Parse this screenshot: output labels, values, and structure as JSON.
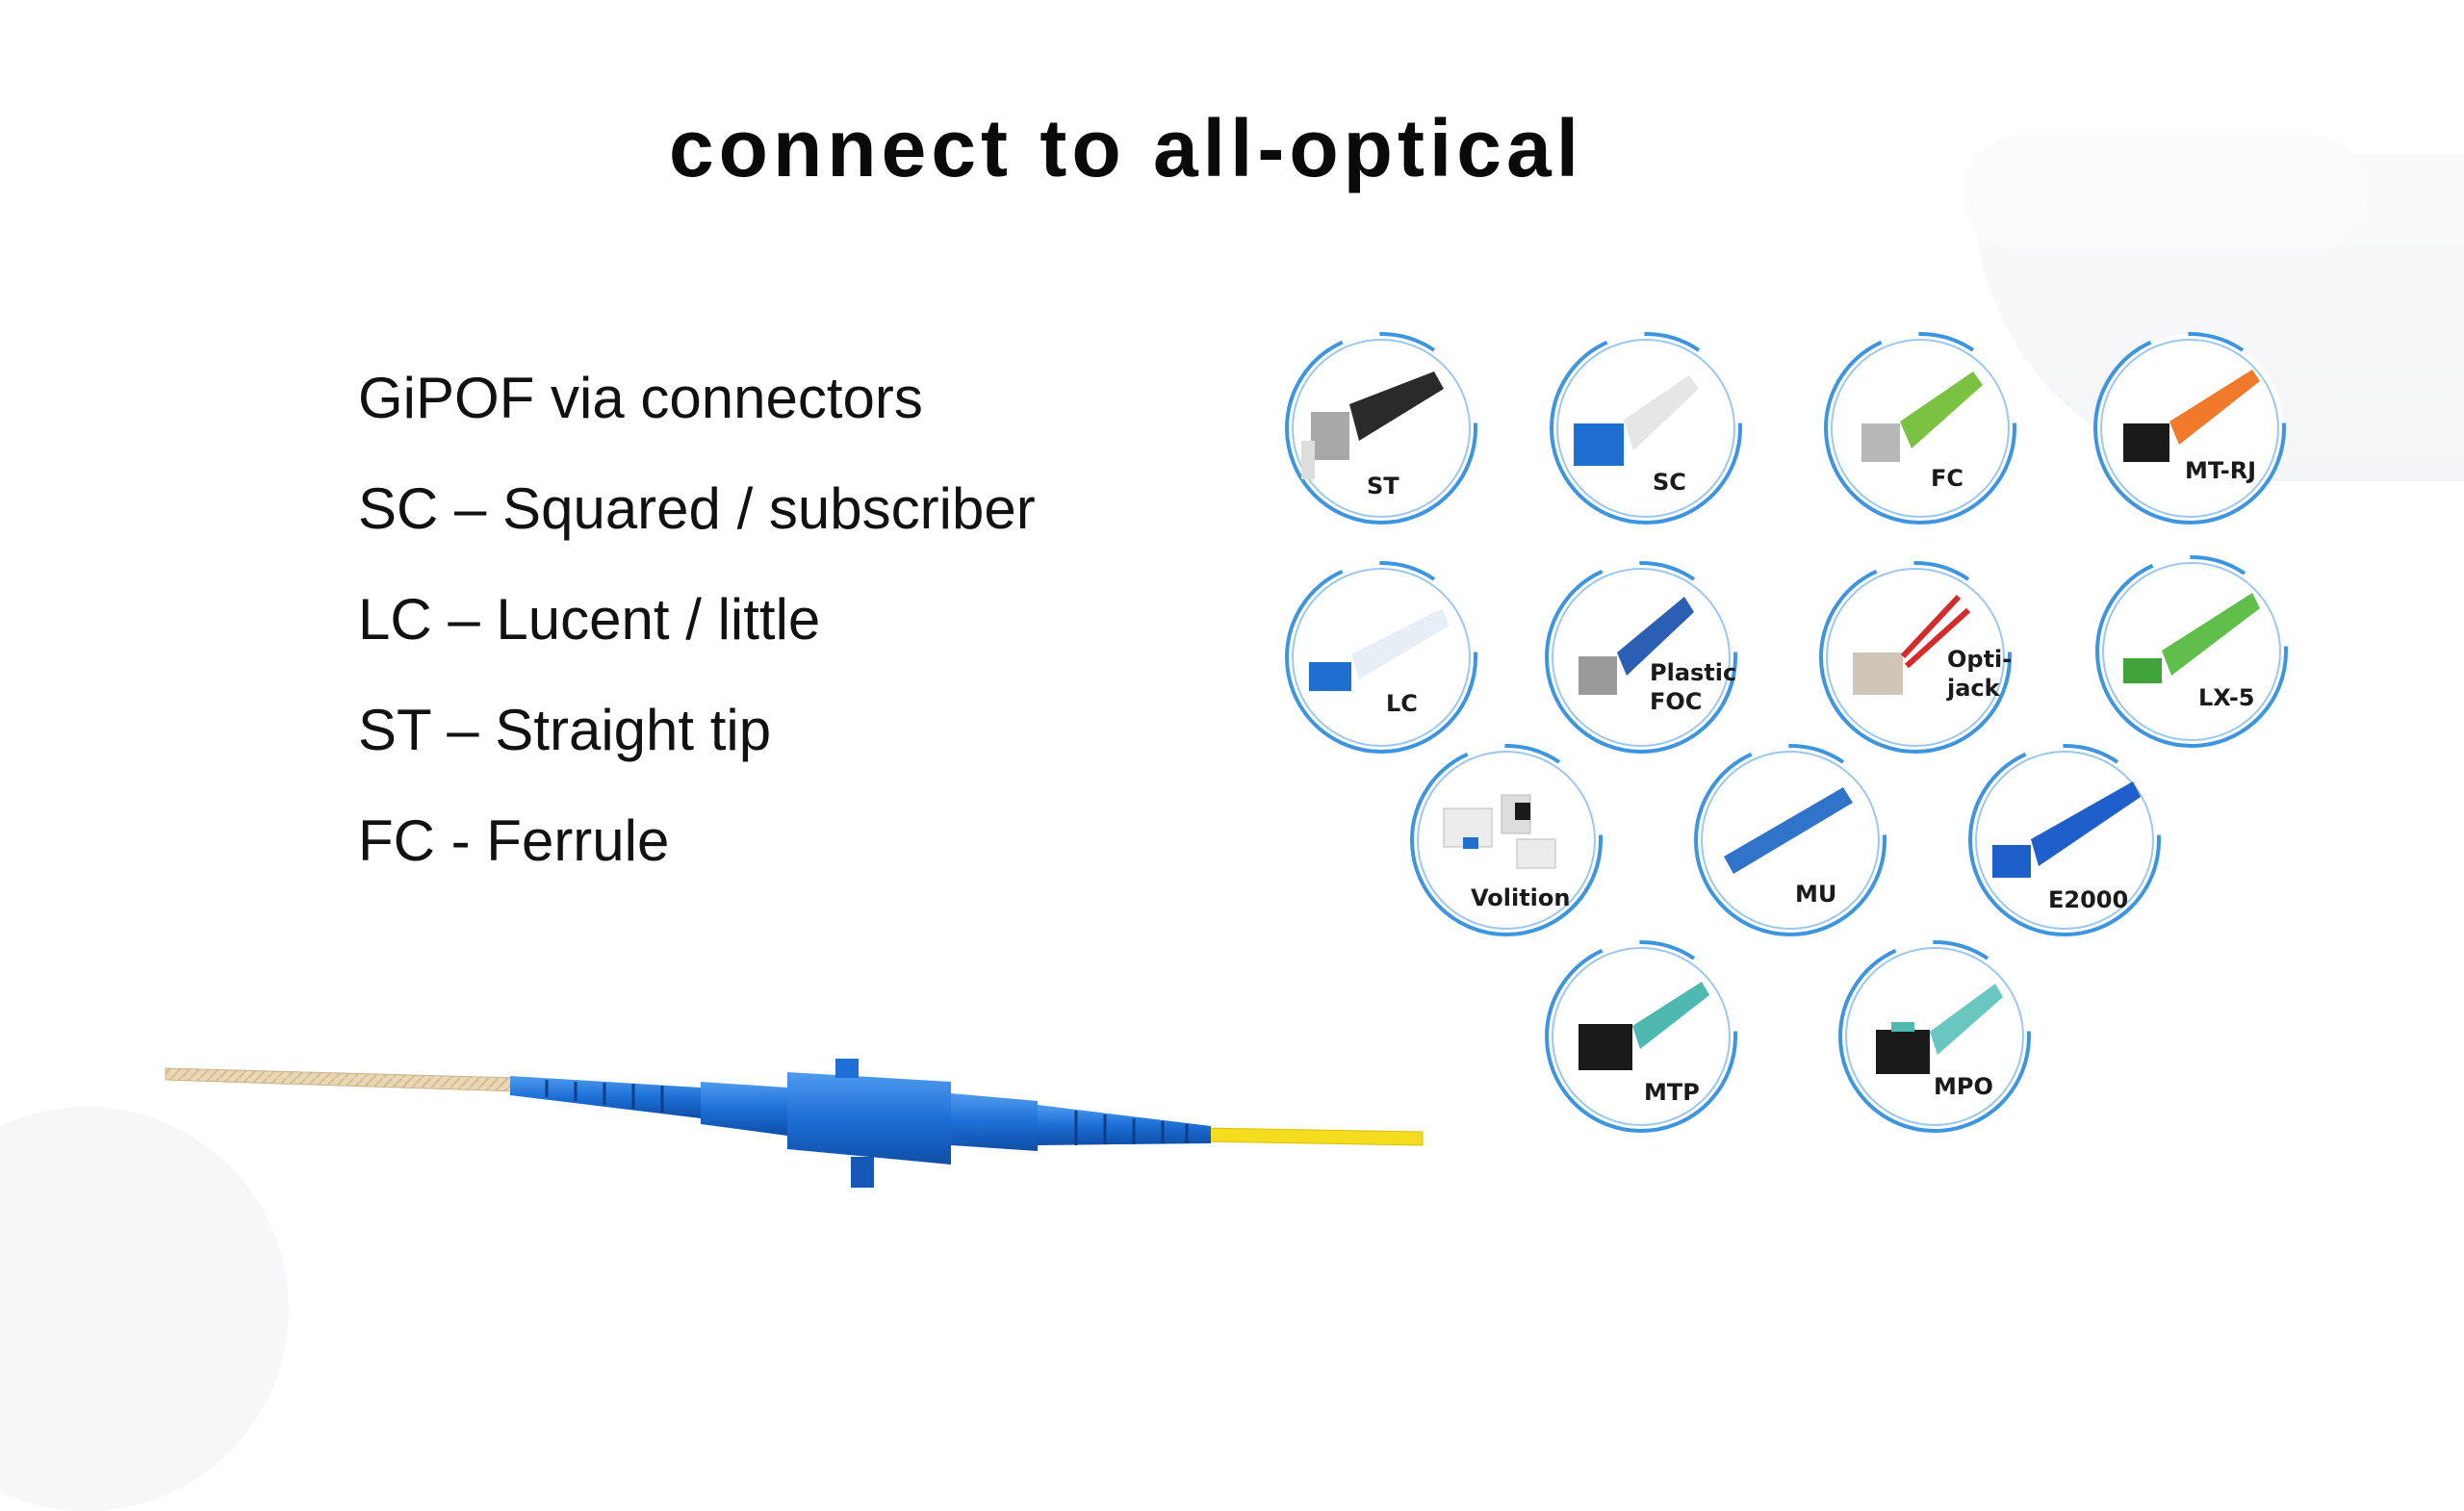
{
  "slide": {
    "title": "connect to all-optical",
    "bullets": [
      "GiPOF via connectors",
      "SC – Squared / subscriber",
      "LC – Lucent / little",
      "ST – Straight tip",
      "FC - Ferrule"
    ]
  },
  "connectors": [
    {
      "label": "ST",
      "color": "#2a2a2a"
    },
    {
      "label": "SC",
      "color": "#1e6fd0"
    },
    {
      "label": "FC",
      "color": "#7cc242"
    },
    {
      "label": "MT-RJ",
      "color": "#1a1a1a"
    },
    {
      "label": "LC",
      "color": "#1e6fd0"
    },
    {
      "label": "Plastic\nFOC",
      "color": "#2b5fb3"
    },
    {
      "label": "Opti-\njack",
      "color": "#cfc6b8"
    },
    {
      "label": "LX-5",
      "color": "#3fa33a"
    },
    {
      "label": "Volition",
      "color": "#ececec"
    },
    {
      "label": "MU",
      "color": "#2f74c9"
    },
    {
      "label": "E2000",
      "color": "#1f5fcc"
    },
    {
      "label": "MTP",
      "color": "#1a1a1a"
    },
    {
      "label": "MPO",
      "color": "#1a1a1a"
    }
  ],
  "colors": {
    "ring": "#3d95e0",
    "cable_blue": "#1d6fd6",
    "fiber_left": "#e9d7b5",
    "fiber_right": "#f4dc1e"
  }
}
